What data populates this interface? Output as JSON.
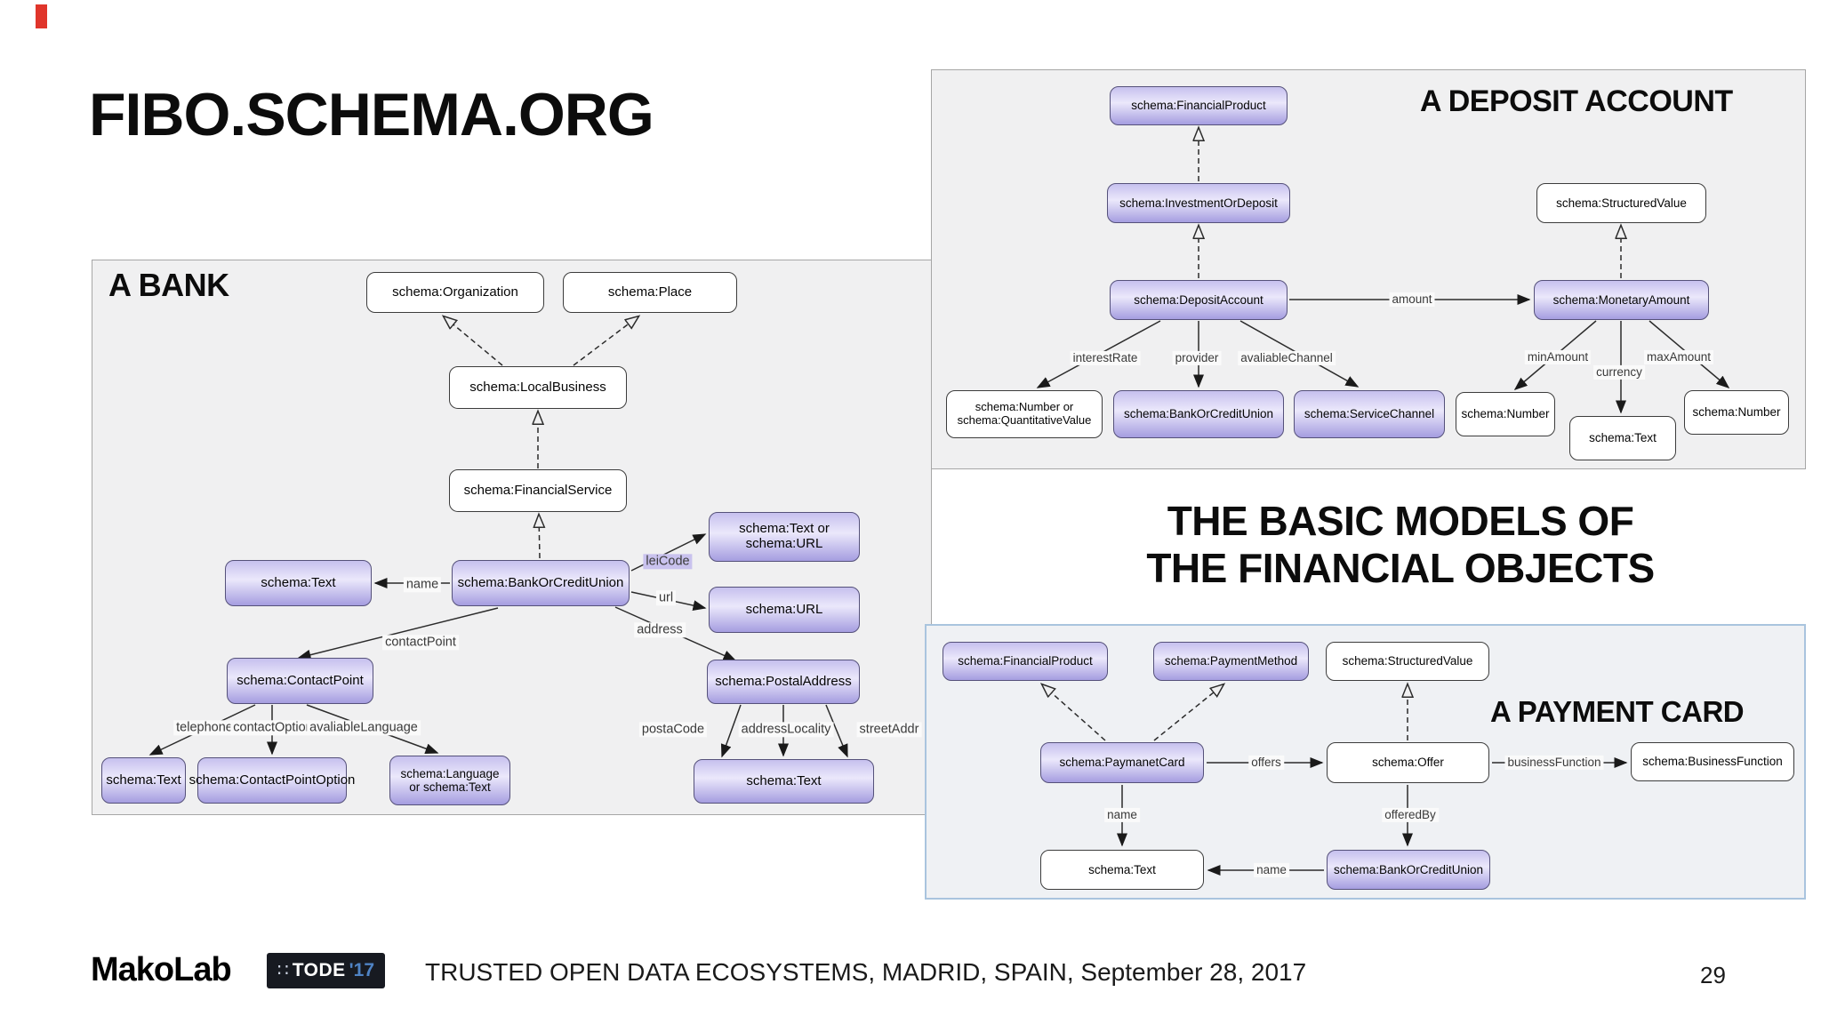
{
  "slide": {
    "title": "FIBO.SCHEMA.ORG",
    "center_title_line1": "THE BASIC MODELS OF",
    "center_title_line2": "THE FINANCIAL OBJECTS",
    "page_number": "29"
  },
  "footer": {
    "logo": "MakoLab",
    "badge_icon_glyph": "∷",
    "badge_text": "TODE",
    "badge_year": "'17",
    "conference": "TRUSTED OPEN DATA ECOSYSTEMS, MADRID, SPAIN, September 28, 2017"
  },
  "colors": {
    "accent_red": "#e0352b",
    "panel_bg": "#f0f0f1",
    "payment_panel_border": "#a9c4de",
    "node_purple": "#a59de0",
    "node_purple_border": "#55517a",
    "highlight_lavender": "#c9c2ee",
    "badge_bg": "#171a21",
    "badge_year_blue": "#4f83c4"
  },
  "diagrams": {
    "bank": {
      "title": "A BANK",
      "nodes": [
        {
          "label": "schema:Organization"
        },
        {
          "label": "schema:Place"
        },
        {
          "label": "schema:LocalBusiness"
        },
        {
          "label": "schema:FinancialService"
        },
        {
          "label": "schema:BankOrCreditUnion"
        },
        {
          "label": "schema:Text"
        },
        {
          "label": "schema:ContactPoint"
        },
        {
          "label": "schema:Text or schema:URL"
        },
        {
          "label": "schema:URL"
        },
        {
          "label": "schema:PostalAddress"
        },
        {
          "label": "schema:Text"
        },
        {
          "label": "schema:Text"
        },
        {
          "label": "schema:ContactPointOption"
        },
        {
          "label": "schema:Language or schema:Text"
        }
      ],
      "edge_labels": [
        {
          "label": "name"
        },
        {
          "label": "contactPoint"
        },
        {
          "label": "leiCode"
        },
        {
          "label": "url"
        },
        {
          "label": "address"
        },
        {
          "label": "telephone"
        },
        {
          "label": "contactOption"
        },
        {
          "label": "avaliableLanguage"
        },
        {
          "label": "postaCode"
        },
        {
          "label": "addressLocality"
        },
        {
          "label": "streetAddr"
        }
      ]
    },
    "deposit": {
      "title": "A DEPOSIT ACCOUNT",
      "nodes": [
        {
          "label": "schema:FinancialProduct"
        },
        {
          "label": "schema:InvestmentOrDeposit"
        },
        {
          "label": "schema:StructuredValue"
        },
        {
          "label": "schema:DepositAccount"
        },
        {
          "label": "schema:MonetaryAmount"
        },
        {
          "label": "schema:Number or schema:QuantitativeValue"
        },
        {
          "label": "schema:BankOrCreditUnion"
        },
        {
          "label": "schema:ServiceChannel"
        },
        {
          "label": "schema:Number"
        },
        {
          "label": "schema:Text"
        },
        {
          "label": "schema:Number"
        }
      ],
      "edge_labels": [
        {
          "label": "amount"
        },
        {
          "label": "interestRate"
        },
        {
          "label": "provider"
        },
        {
          "label": "avaliableChannel"
        },
        {
          "label": "minAmount"
        },
        {
          "label": "currency"
        },
        {
          "label": "maxAmount"
        }
      ]
    },
    "payment": {
      "title": "A PAYMENT CARD",
      "nodes": [
        {
          "label": "schema:FinancialProduct"
        },
        {
          "label": "schema:PaymentMethod"
        },
        {
          "label": "schema:StructuredValue"
        },
        {
          "label": "schema:PaymanetCard"
        },
        {
          "label": "schema:Offer"
        },
        {
          "label": "schema:BusinessFunction"
        },
        {
          "label": "schema:Text"
        },
        {
          "label": "schema:BankOrCreditUnion"
        }
      ],
      "edge_labels": [
        {
          "label": "offers"
        },
        {
          "label": "businessFunction"
        },
        {
          "label": "name"
        },
        {
          "label": "offeredBy"
        },
        {
          "label": "name"
        }
      ]
    }
  }
}
